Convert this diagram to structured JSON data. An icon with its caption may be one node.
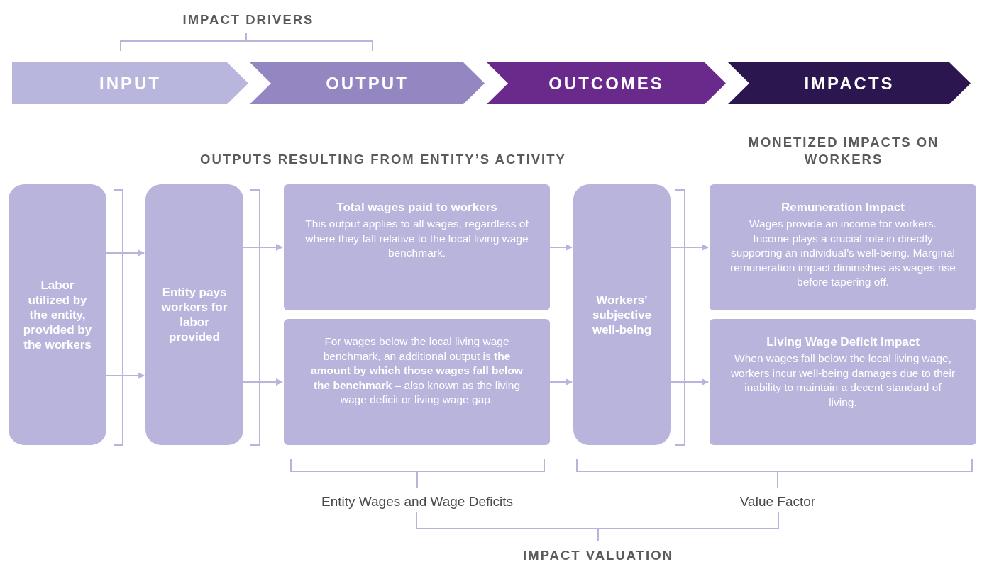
{
  "diagram": {
    "nodes": [
      {
        "text": [
          "INPUT"
        ]
      },
      {
        "text": [
          "OUTPUT"
        ]
      },
      {
        "text": [
          "OUTCOMES"
        ]
      },
      {
        "text": [
          "IMPACTS"
        ]
      },
      {
        "text": [
          "Labor utilized by the entity, provided by the workers"
        ]
      },
      {
        "text": [
          "Entity pays workers for labor provided"
        ]
      },
      {
        "text": [
          "Total wages paid to workers",
          "This output applies to all wages, regardless of where they fall relative to the local living wage benchmark."
        ]
      },
      {
        "text": [
          "For wages below the local living wage benchmark, an additional output is **the amount by which those wages fall below the benchmark** – also known as the living wage deficit or living wage gap."
        ]
      },
      {
        "text": [
          "Workers’ subjective well-being"
        ]
      },
      {
        "text": [
          "Remuneration Impact",
          "Wages provide an income for workers. Income plays a crucial role in directly supporting an individual’s well-being. Marginal remuneration impact diminishes as wages rise before tapering off."
        ]
      },
      {
        "text": [
          "Living Wage Deficit Impact",
          "When wages fall below the local living wage, workers incur well-being damages due to their inability to maintain a decent standard of living."
        ]
      }
    ],
    "edges": [
      {
        "from": 4,
        "to": 5,
        "arrow": "to"
      },
      {
        "from": 4,
        "to": 5,
        "arrow": "to"
      },
      {
        "from": 5,
        "to": 6,
        "arrow": "to"
      },
      {
        "from": 5,
        "to": 7,
        "arrow": "to"
      },
      {
        "from": 6,
        "to": 8,
        "arrow": "to"
      },
      {
        "from": 7,
        "to": 8,
        "arrow": "to"
      },
      {
        "from": 8,
        "to": 9,
        "arrow": "to"
      },
      {
        "from": 8,
        "to": 10,
        "arrow": "to"
      }
    ],
    "labels": [
      "IMPACT DRIVERS",
      "OUTPUTS RESULTING FROM ENTITY’S ACTIVITY",
      "MONETIZED IMPACTS ON WORKERS",
      "Entity Wages and Wage Deficits",
      "Value Factor",
      "IMPACT VALUATION"
    ]
  }
}
